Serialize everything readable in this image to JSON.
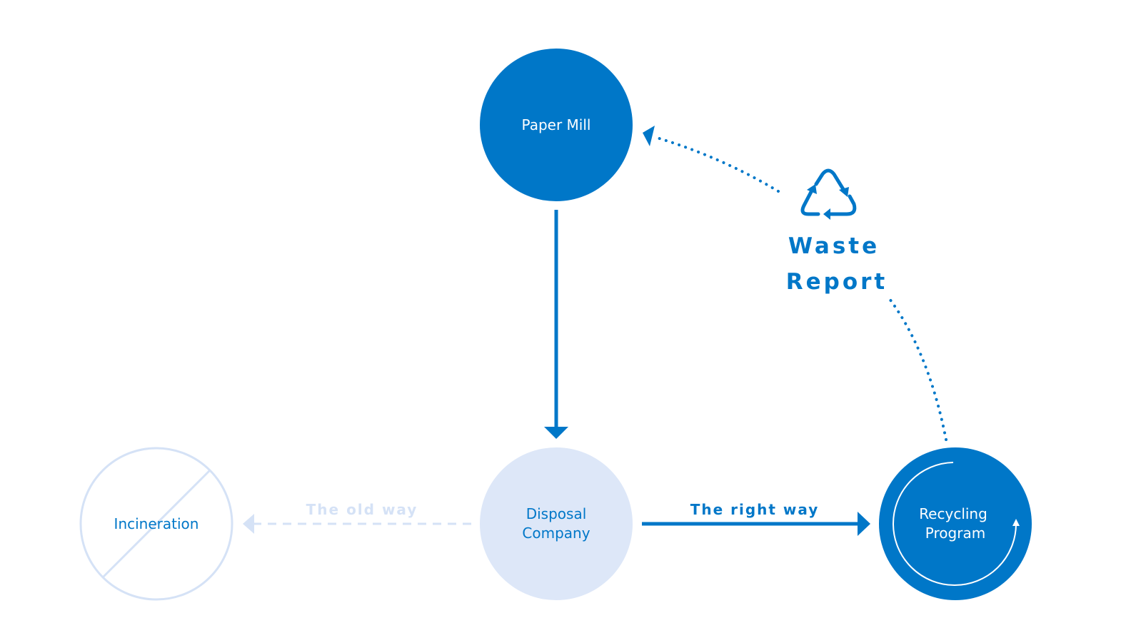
{
  "colors": {
    "primary": "#0077C8",
    "light_fill": "#DDE7F8",
    "faded": "#D5E2F6",
    "white": "#FFFFFF"
  },
  "nodes": {
    "paper_mill": {
      "label": "Paper Mill"
    },
    "disposal_company": {
      "label_line1": "Disposal",
      "label_line2": "Company"
    },
    "recycling_program": {
      "label_line1": "Recycling",
      "label_line2": "Program"
    },
    "incineration": {
      "label": "Incineration"
    }
  },
  "edges": {
    "old_way": {
      "label": "The old way"
    },
    "right_way": {
      "label": "The right way"
    }
  },
  "waste_report": {
    "line1": "Waste",
    "line2": "Report",
    "icon": "recycle-icon"
  }
}
